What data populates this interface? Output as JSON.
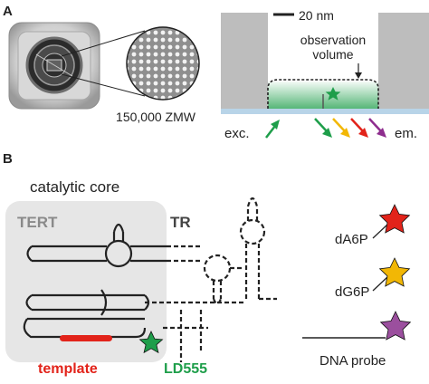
{
  "panel_a": {
    "label": "A",
    "chip_caption": "150,000 ZMW",
    "scale_bar": "20 nm",
    "observation_label_line1": "observation",
    "observation_label_line2": "volume",
    "excitation_label": "exc.",
    "emission_label": "em.",
    "colors": {
      "glass": "#b8d4e8",
      "green": "#1e9e4a",
      "yellow": "#f2b705",
      "red": "#e2231a",
      "purple": "#8e2d8e",
      "metal": "#bdbdbd"
    }
  },
  "panel_b": {
    "label": "B",
    "catalytic_core": "catalytic core",
    "tert": "TERT",
    "tr": "TR",
    "template": "template",
    "dye": "LD555",
    "probes": [
      {
        "name": "dA6P",
        "color": "#e2231a"
      },
      {
        "name": "dG6P",
        "color": "#f2b705"
      },
      {
        "name": "DNA probe",
        "color": "#9b4f9e"
      }
    ],
    "colors": {
      "core_box": "#e6e6e6",
      "template_red": "#e2231a",
      "dye_green": "#1e9e4a",
      "tert_gray": "#8a8a8a"
    }
  }
}
